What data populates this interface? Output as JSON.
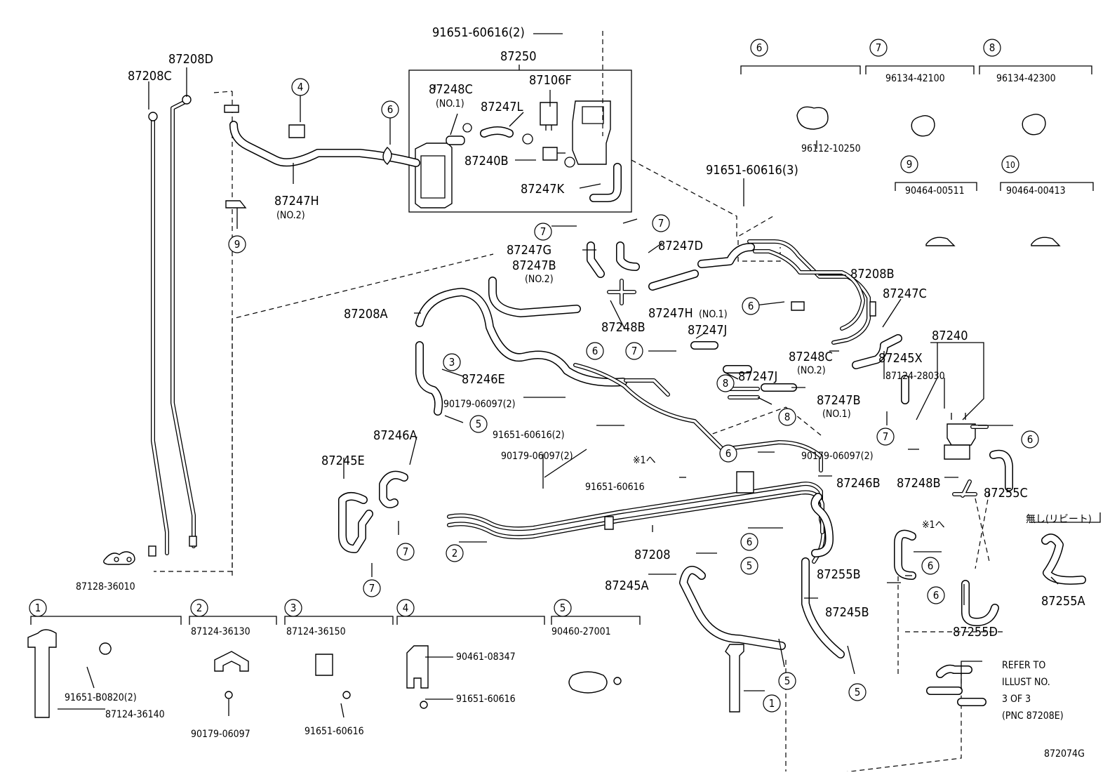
{
  "diagram_id": "872074G",
  "labels": {
    "p_91651_60616_2_top": "91651-60616(2)",
    "p_87250": "87250",
    "p_87248C": "87248C",
    "p_no1_a": "(NO.1)",
    "p_87106F": "87106F",
    "p_87247L": "87247L",
    "p_87240B": "87240B",
    "p_87247K": "87247K",
    "p_87208D": "87208D",
    "p_87208C": "87208C",
    "p_87247H": "87247H",
    "p_no2_a": "(NO.2)",
    "p_91651_60616_3": "91651-60616(3)",
    "p_87247G": "87247G",
    "p_87247B_top": "87247B",
    "p_no2_b": "(NO.2)",
    "p_87247D": "87247D",
    "p_87208B": "87208B",
    "p_87208A": "87208A",
    "p_87248B_mid": "87248B",
    "p_87247H_no1": "87247H",
    "p_no1_b": "(NO.1)",
    "p_87247C": "87247C",
    "p_87247J_a": "87247J",
    "p_87248C_mid": "87248C",
    "p_no2_c": "(NO.2)",
    "p_87245X": "87245X",
    "p_87240": "87240",
    "p_87247J_b": "87247J",
    "p_87124_28030": "87124-28030",
    "p_87246E": "87246E",
    "p_87247B_mid": "87247B",
    "p_no1_c": "(NO.1)",
    "p_90179_06097_2_a": "90179-06097(2)",
    "p_87246A": "87246A",
    "p_91651_60616_2_mid": "91651-60616(2)",
    "p_ref1_a": "※1へ",
    "p_87245E": "87245E",
    "p_90179_06097_2_b": "90179-06097(2)",
    "p_90179_06097_2_c": "90179-06097(2)",
    "p_87246B": "87246B",
    "p_87248B_right": "87248B",
    "p_87255C": "87255C",
    "p_91651_60616_mid": "91651-60616",
    "p_ref1_b": "※1へ",
    "p_nashi": "無し(リビート)",
    "p_87208": "87208",
    "p_87255B": "87255B",
    "p_87245A": "87245A",
    "p_87255A": "87255A",
    "p_87245B": "87245B",
    "p_87255D": "87255D",
    "p_87128_36010": "87128-36010",
    "p_refer1": "REFER TO",
    "p_refer2": "ILLUST NO.",
    "p_refer3": "3 OF 3",
    "p_refer4": "(PNC 87208E)",
    "k6_part": "96112-10250",
    "k7_part": "96134-42100",
    "k8_part": "96134-42300",
    "k9_part": "90464-00511",
    "k10_part": "90464-00413",
    "k1_bolt": "91651-B0820(2)",
    "k1_part": "87124-36140",
    "k2_part": "87124-36130",
    "k2_bolt": "90179-06097",
    "k3_part": "87124-36150",
    "k3_bolt": "91651-60616",
    "k4_part": "90461-08347",
    "k4_bolt": "91651-60616",
    "k5_part": "90460-27001"
  },
  "callouts": [
    "1",
    "2",
    "3",
    "4",
    "5",
    "6",
    "7",
    "8",
    "9",
    "10"
  ]
}
